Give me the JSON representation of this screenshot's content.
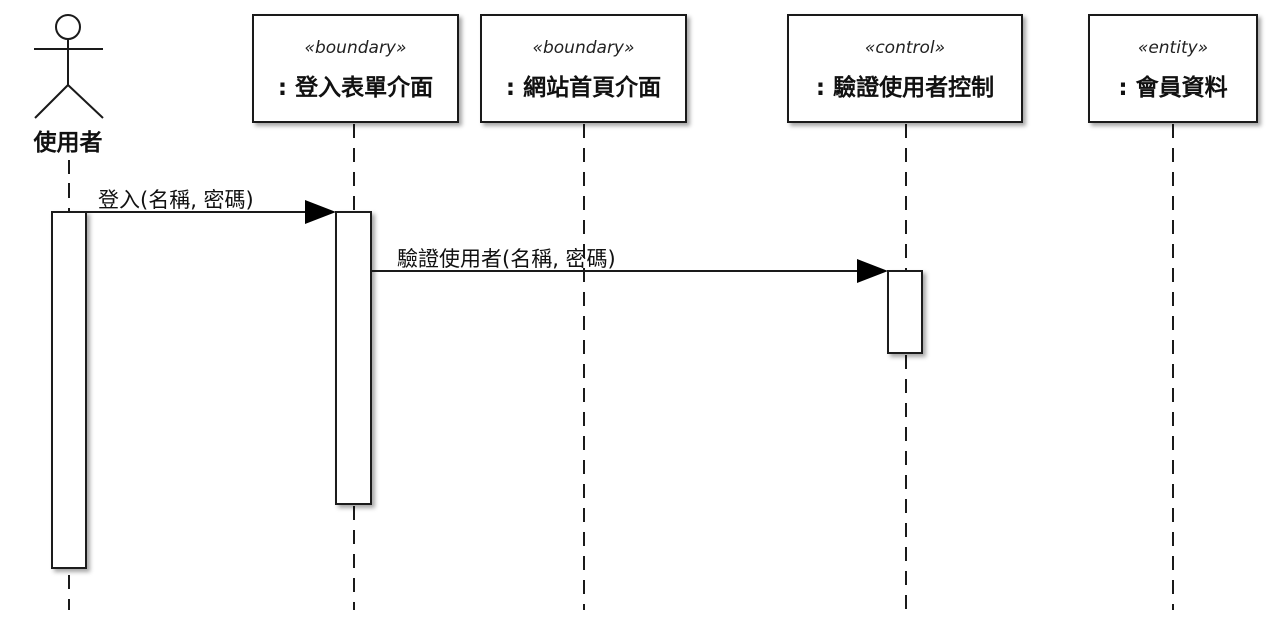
{
  "actor": {
    "name": "使用者"
  },
  "participants": [
    {
      "stereotype": "«boundary»",
      "name": ": 登入表單介面"
    },
    {
      "stereotype": "«boundary»",
      "name": ": 網站首頁介面"
    },
    {
      "stereotype": "«control»",
      "name": ": 驗證使用者控制"
    },
    {
      "stereotype": "«entity»",
      "name": ": 會員資料"
    }
  ],
  "messages": [
    {
      "label": "登入(名稱, 密碼)",
      "from": "使用者",
      "to": ": 登入表單介面"
    },
    {
      "label": "驗證使用者(名稱, 密碼)",
      "from": ": 登入表單介面",
      "to": ": 驗證使用者控制"
    }
  ]
}
